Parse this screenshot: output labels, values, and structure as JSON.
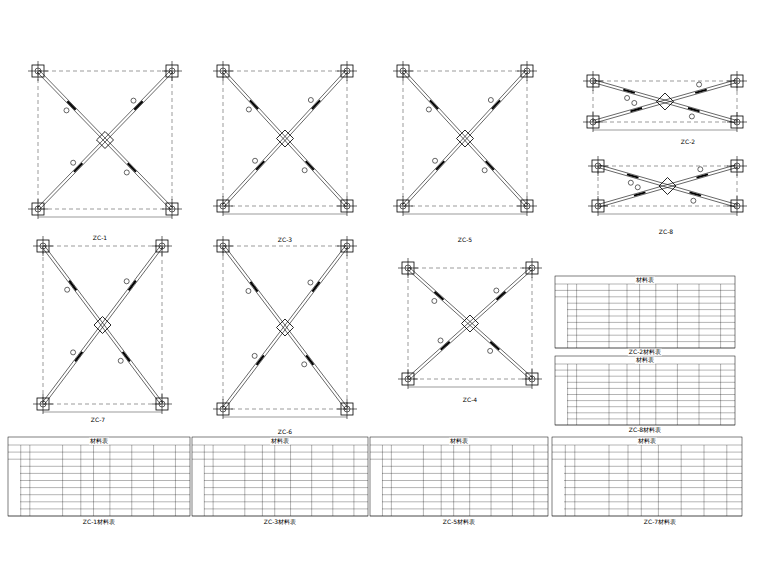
{
  "diagram": {
    "labels": [
      "ZC-1",
      "ZC-3",
      "ZC-5",
      "ZC-2",
      "ZC-8",
      "ZC-7",
      "ZC-6",
      "ZC-4",
      "材料表",
      "ZC-2材料表",
      "材料表",
      "ZC-8材料表",
      "材料表",
      "ZC-1材料表",
      "材料表",
      "ZC-3材料表",
      "材料表",
      "ZC-5材料表",
      "材料表",
      "ZC-7材料表"
    ]
  }
}
